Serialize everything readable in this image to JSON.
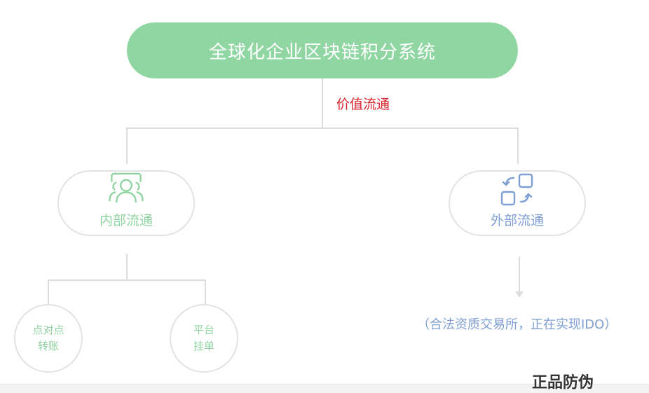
{
  "root": {
    "title": "全球化企业区块链积分系统"
  },
  "edge_label": "价值流通",
  "internal": {
    "title": "内部流通",
    "icon": "users-group-icon",
    "children": [
      {
        "line1": "点对点",
        "line2": "转账"
      },
      {
        "line1": "平台",
        "line2": "挂单"
      }
    ]
  },
  "external": {
    "title": "外部流通",
    "icon": "exchange-icon",
    "note": "（合法资质交易所，正在实现IDO）"
  },
  "watermark": "正品防伪",
  "colors": {
    "green": "#90d6a2",
    "blue": "#7f9fd4",
    "red": "#d9232d",
    "line": "#dcdcdc"
  }
}
